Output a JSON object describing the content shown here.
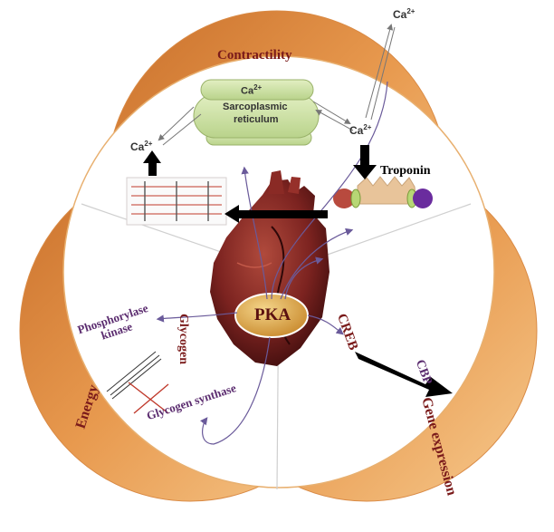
{
  "labels": {
    "contractility": "Contractility",
    "energy": "Energy",
    "gene_expression": "Gene expression",
    "pka": "PKA",
    "troponin": "Troponin",
    "sarcoplasmic_reticulum_line1": "Sarcoplasmic",
    "sarcoplasmic_reticulum_line2": "reticulum",
    "ca_ion": "Ca",
    "ca_charge": "2+",
    "phosphorylase_kinase_line1": "Phosphorylase",
    "phosphorylase_kinase_line2": "kinase",
    "glycogen": "Glycogen",
    "glycogen_synthase": "Glycogen synthase",
    "creb": "CREB",
    "cbp": "CBP"
  },
  "colors": {
    "orange_dark": "#d9823a",
    "orange_light": "#f3c083",
    "label_dark_red": "#7a1a1a",
    "purple_text": "#5b2c6f",
    "pathway_line": "#6a5a9a",
    "pka_fill": "#d9a24a",
    "sr_fill": "#cfe0a8",
    "troponin_red": "#b84a3e",
    "troponin_purple": "#6a2c9e",
    "troponin_green": "#9cc24a",
    "troponin_tan": "#e8c49a"
  },
  "icons": [
    "heart-illustration",
    "myofibril-sarcomere-icon",
    "troponin-complex-icon",
    "sarcoplasmic-reticulum-icon"
  ]
}
